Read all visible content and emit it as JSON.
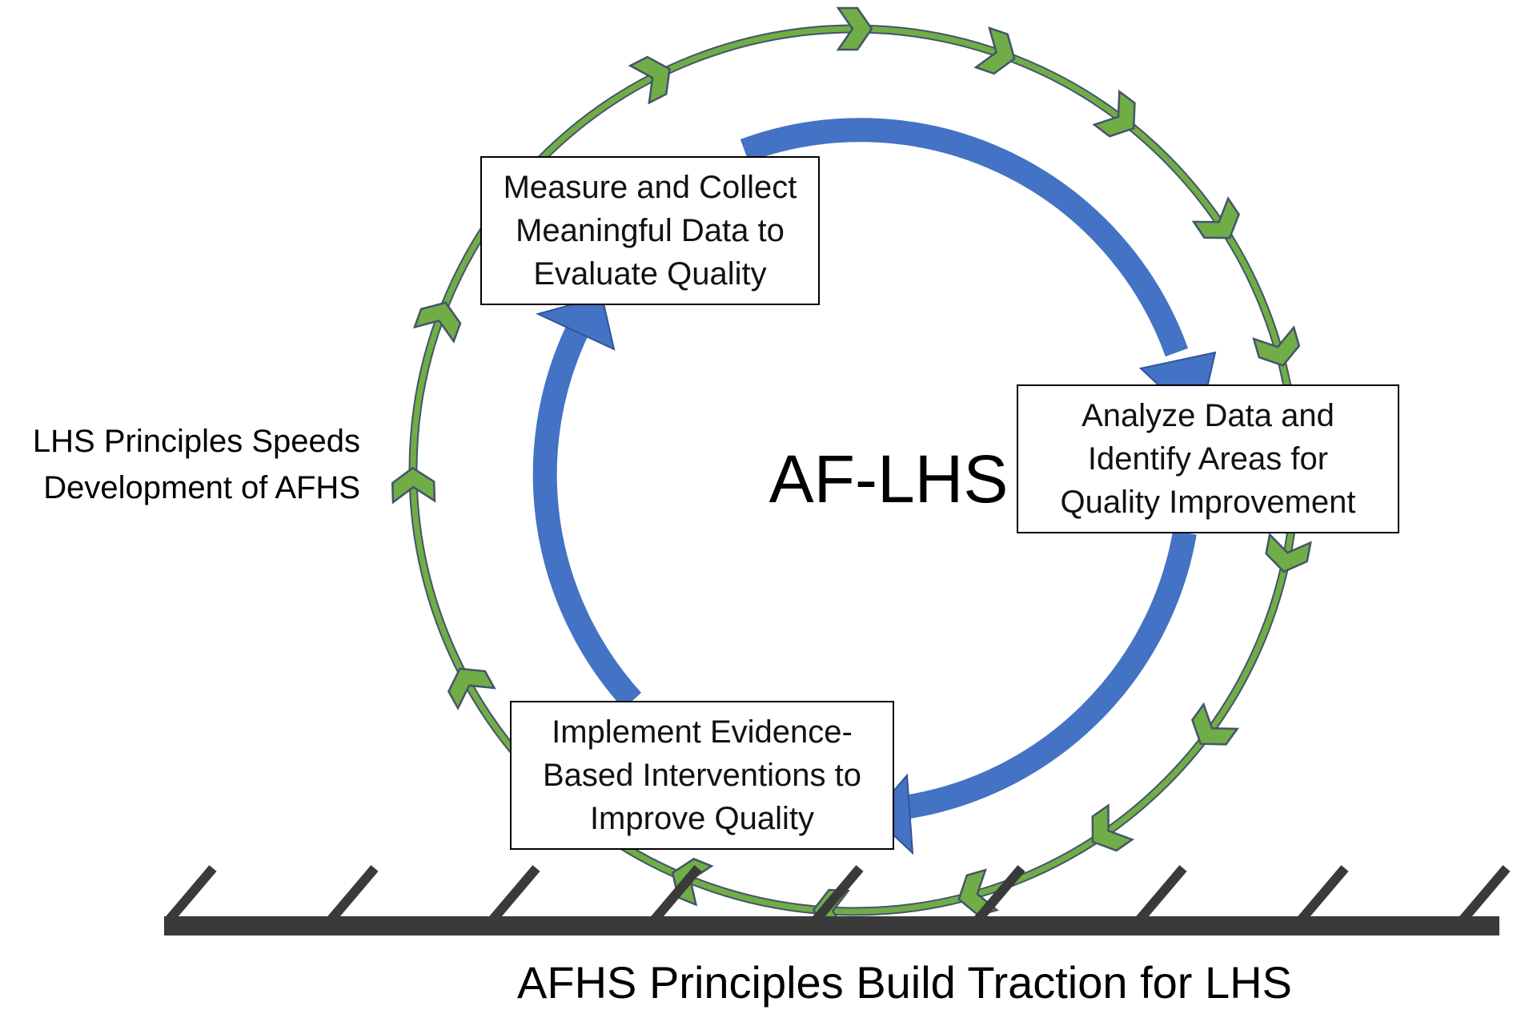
{
  "diagram": {
    "center_label": "AF-LHS",
    "boxes": {
      "measure": "Measure and Collect\nMeaningful Data to\nEvaluate Quality",
      "analyze": "Analyze Data and\nIdentify Areas for\nQuality Improvement",
      "implement": "Implement Evidence-\nBased Interventions to\nImprove Quality"
    },
    "left_label": "LHS Principles Speeds\nDevelopment of AFHS",
    "bottom_label": "AFHS Principles Build Traction for LHS"
  },
  "colors": {
    "outer_ring": "#70ad47",
    "outer_ring_outline": "#44546a",
    "inner_cycle": "#4472c4",
    "inner_cycle_outline": "#2f5597",
    "ground": "#3a3a3a",
    "box_border": "#000000",
    "text": "#000000"
  }
}
